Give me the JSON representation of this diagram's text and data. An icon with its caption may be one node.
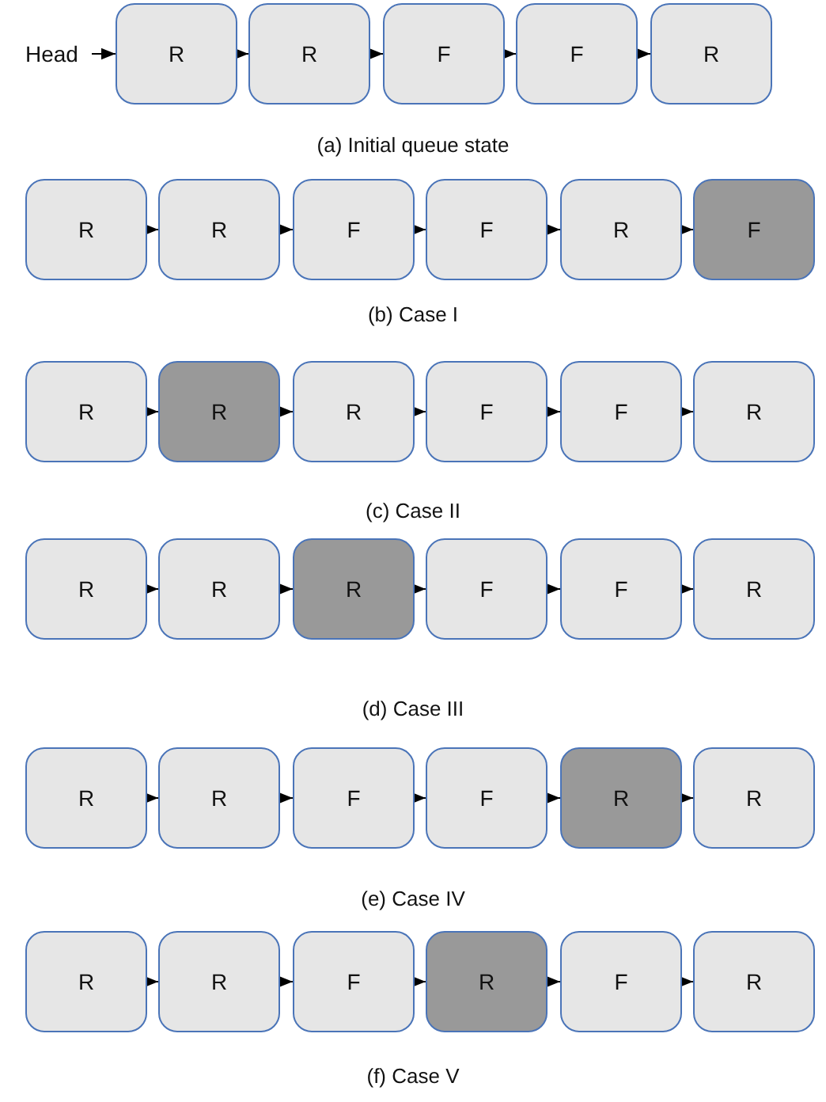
{
  "diagram": {
    "nodes": [
      {
        "text": [
          "Head"
        ]
      },
      {
        "text": [
          "R"
        ]
      },
      {
        "text": [
          "R"
        ]
      },
      {
        "text": [
          "F"
        ]
      },
      {
        "text": [
          "F"
        ]
      },
      {
        "text": [
          "R"
        ]
      },
      {
        "text": [
          "R"
        ]
      },
      {
        "text": [
          "R"
        ]
      },
      {
        "text": [
          "F"
        ]
      },
      {
        "text": [
          "F"
        ]
      },
      {
        "text": [
          "R"
        ]
      },
      {
        "text": [
          "F"
        ]
      },
      {
        "text": [
          "R"
        ]
      },
      {
        "text": [
          "R"
        ]
      },
      {
        "text": [
          "R"
        ]
      },
      {
        "text": [
          "F"
        ]
      },
      {
        "text": [
          "F"
        ]
      },
      {
        "text": [
          "R"
        ]
      },
      {
        "text": [
          "R"
        ]
      },
      {
        "text": [
          "R"
        ]
      },
      {
        "text": [
          "R"
        ]
      },
      {
        "text": [
          "F"
        ]
      },
      {
        "text": [
          "F"
        ]
      },
      {
        "text": [
          "R"
        ]
      },
      {
        "text": [
          "R"
        ]
      },
      {
        "text": [
          "R"
        ]
      },
      {
        "text": [
          "F"
        ]
      },
      {
        "text": [
          "F"
        ]
      },
      {
        "text": [
          "R"
        ]
      },
      {
        "text": [
          "R"
        ]
      },
      {
        "text": [
          "R"
        ]
      },
      {
        "text": [
          "R"
        ]
      },
      {
        "text": [
          "F"
        ]
      },
      {
        "text": [
          "R"
        ]
      },
      {
        "text": [
          "F"
        ]
      },
      {
        "text": [
          "R"
        ]
      }
    ],
    "edges": [
      {
        "from": 0,
        "to": 1,
        "arrow": "to"
      },
      {
        "from": 1,
        "to": 2,
        "arrow": "to"
      },
      {
        "from": 2,
        "to": 3,
        "arrow": "to"
      },
      {
        "from": 3,
        "to": 4,
        "arrow": "to"
      },
      {
        "from": 4,
        "to": 5,
        "arrow": "to"
      },
      {
        "from": 6,
        "to": 7,
        "arrow": "to"
      },
      {
        "from": 7,
        "to": 8,
        "arrow": "to"
      },
      {
        "from": 8,
        "to": 9,
        "arrow": "to"
      },
      {
        "from": 9,
        "to": 10,
        "arrow": "to"
      },
      {
        "from": 10,
        "to": 11,
        "arrow": "to"
      },
      {
        "from": 12,
        "to": 13,
        "arrow": "to"
      },
      {
        "from": 13,
        "to": 14,
        "arrow": "to"
      },
      {
        "from": 14,
        "to": 15,
        "arrow": "to"
      },
      {
        "from": 15,
        "to": 16,
        "arrow": "to"
      },
      {
        "from": 16,
        "to": 17,
        "arrow": "to"
      },
      {
        "from": 18,
        "to": 19,
        "arrow": "to"
      },
      {
        "from": 19,
        "to": 20,
        "arrow": "to"
      },
      {
        "from": 20,
        "to": 21,
        "arrow": "to"
      },
      {
        "from": 21,
        "to": 22,
        "arrow": "to"
      },
      {
        "from": 22,
        "to": 23,
        "arrow": "to"
      },
      {
        "from": 24,
        "to": 25,
        "arrow": "to"
      },
      {
        "from": 25,
        "to": 26,
        "arrow": "to"
      },
      {
        "from": 26,
        "to": 27,
        "arrow": "to"
      },
      {
        "from": 27,
        "to": 28,
        "arrow": "to"
      },
      {
        "from": 28,
        "to": 29,
        "arrow": "to"
      },
      {
        "from": 30,
        "to": 31,
        "arrow": "to"
      },
      {
        "from": 31,
        "to": 32,
        "arrow": "to"
      },
      {
        "from": 32,
        "to": 33,
        "arrow": "to"
      },
      {
        "from": 33,
        "to": 34,
        "arrow": "to"
      },
      {
        "from": 34,
        "to": 35,
        "arrow": "to"
      }
    ],
    "labels": [
      "(a) Initial queue state",
      "(b) Case I",
      "(c) Case II",
      "(d) Case III",
      "(e) Case IV",
      "(f) Case V"
    ]
  }
}
